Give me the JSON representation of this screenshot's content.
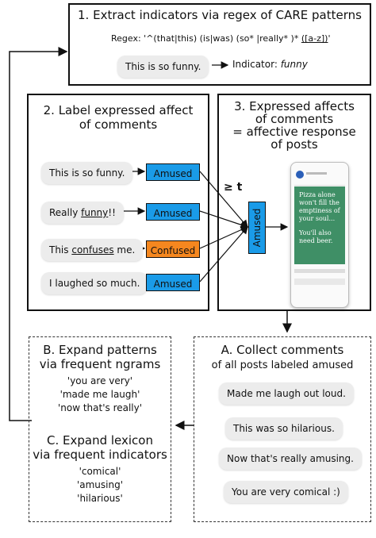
{
  "step1": {
    "title": "1. Extract indicators via regex of CARE patterns",
    "regex_prefix": "Regex: '^(that|this) (is|was) (so* |really* )* ",
    "regex_group": "([a-z])",
    "regex_suffix": "'",
    "example": "This is so funny.",
    "indicator_label": "Indicator: ",
    "indicator_value": "funny"
  },
  "step2": {
    "title_line1": "2. Label expressed affect",
    "title_line2": "of comments",
    "comments": [
      {
        "pre": "This is so funny.",
        "u": "",
        "post": "",
        "label": "Amused",
        "color": "#1a9be8"
      },
      {
        "pre": "Really ",
        "u": "funny",
        "post": "!!",
        "label": "Amused",
        "color": "#1a9be8"
      },
      {
        "pre": "This ",
        "u": "confuses",
        "post": " me.",
        "label": "Confused",
        "color": "#f5871f"
      },
      {
        "pre": "I laughed so much.",
        "u": "",
        "post": "",
        "label": "Amused",
        "color": "#1a9be8"
      }
    ],
    "threshold": "≥ t",
    "aggregate_label": "Amused"
  },
  "step3": {
    "title_line1": "3. Expressed affects",
    "title_line2": "of comments",
    "title_line3": "= affective response",
    "title_line4": "of posts",
    "phone_text_1": "Pizza alone won't fill the emptiness of your soul...",
    "phone_text_2": "You'll also need beer."
  },
  "stepA": {
    "title_line1": "A. Collect comments",
    "title_line2": "of all posts labeled amused",
    "comments": [
      "Made me laugh out loud.",
      "This was so hilarious.",
      "Now that's really amusing.",
      "You are very comical :)"
    ]
  },
  "stepB": {
    "title_line1": "B. Expand patterns",
    "title_line2": "via frequent ngrams",
    "items": [
      "'you are very'",
      "'made me laugh'",
      "'now that's really'"
    ]
  },
  "stepC": {
    "title_line1": "C. Expand lexicon",
    "title_line2": "via frequent indicators",
    "items": [
      "'comical'",
      "'amusing'",
      "'hilarious'"
    ]
  },
  "colors": {
    "amused": "#1a9be8",
    "confused": "#f5871f",
    "chalkboard": "#3f8f66"
  }
}
